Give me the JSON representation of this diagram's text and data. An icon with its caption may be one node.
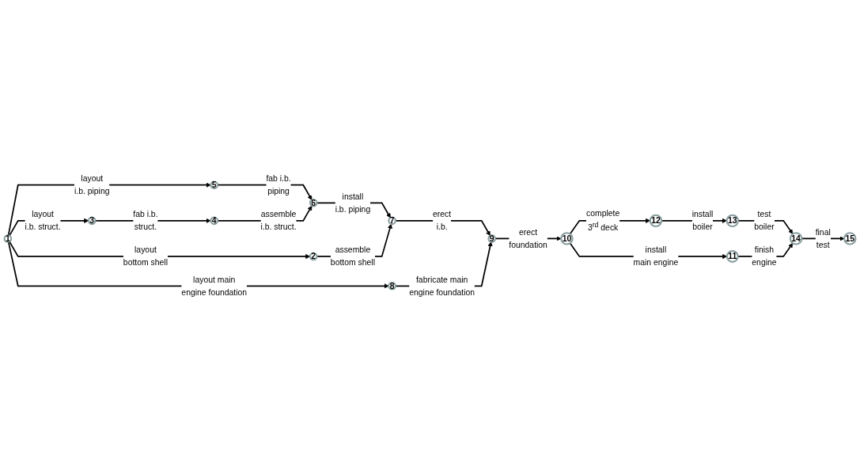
{
  "diagram": {
    "nodes": [
      {
        "text": [
          "1"
        ]
      },
      {
        "text": [
          "2"
        ]
      },
      {
        "text": [
          "3"
        ]
      },
      {
        "text": [
          "4"
        ]
      },
      {
        "text": [
          "5"
        ]
      },
      {
        "text": [
          "6"
        ]
      },
      {
        "text": [
          "7"
        ]
      },
      {
        "text": [
          "8"
        ]
      },
      {
        "text": [
          "9"
        ]
      },
      {
        "text": [
          "10"
        ]
      },
      {
        "text": [
          "11"
        ]
      },
      {
        "text": [
          "12"
        ]
      },
      {
        "text": [
          "13"
        ]
      },
      {
        "text": [
          "14"
        ]
      },
      {
        "text": [
          "15"
        ]
      }
    ],
    "edges": [
      {
        "from": 0,
        "to": 4,
        "arrow": "to",
        "label": "layout i.b. piping"
      },
      {
        "from": 0,
        "to": 2,
        "arrow": "to",
        "label": "layout i.b. struct."
      },
      {
        "from": 0,
        "to": 1,
        "arrow": "to",
        "label": "layout bottom shell"
      },
      {
        "from": 0,
        "to": 7,
        "arrow": "to",
        "label": "layout main engine foundation"
      },
      {
        "from": 4,
        "to": 5,
        "arrow": "to",
        "label": "fab i.b. piping"
      },
      {
        "from": 2,
        "to": 3,
        "arrow": "to",
        "label": "fab i.b. struct."
      },
      {
        "from": 3,
        "to": 5,
        "arrow": "to",
        "label": "assemble i.b. struct."
      },
      {
        "from": 5,
        "to": 6,
        "arrow": "to",
        "label": "install i.b. piping"
      },
      {
        "from": 1,
        "to": 6,
        "arrow": "to",
        "label": "assemble bottom shell"
      },
      {
        "from": 6,
        "to": 8,
        "arrow": "to",
        "label": "erect i.b."
      },
      {
        "from": 7,
        "to": 8,
        "arrow": "to",
        "label": "fabricate main engine foundation"
      },
      {
        "from": 8,
        "to": 9,
        "arrow": "to",
        "label": "erect foundation"
      },
      {
        "from": 9,
        "to": 11,
        "arrow": "to",
        "label": "complete 3$^{rd}$ deck"
      },
      {
        "from": 9,
        "to": 10,
        "arrow": "to",
        "label": "install main engine"
      },
      {
        "from": 11,
        "to": 12,
        "arrow": "to",
        "label": "install boiler"
      },
      {
        "from": 12,
        "to": 13,
        "arrow": "to",
        "label": "test boiler"
      },
      {
        "from": 10,
        "to": 13,
        "arrow": "to",
        "label": "finish engine"
      },
      {
        "from": 13,
        "to": 14,
        "arrow": "to",
        "label": "final test"
      }
    ]
  }
}
